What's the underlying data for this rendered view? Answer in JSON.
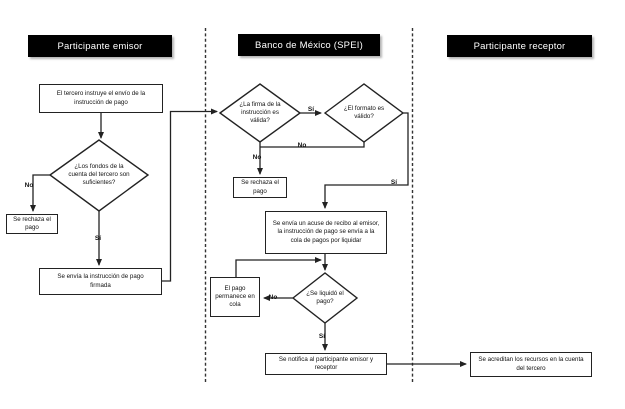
{
  "lanes": [
    {
      "title": "Participante emisor"
    },
    {
      "title": "Banco de México (SPEI)"
    },
    {
      "title": "Participante receptor"
    }
  ],
  "labels": {
    "yes": "Sí",
    "no": "No"
  },
  "nodes": {
    "instruye": {
      "text": "El tercero instruye el envío de la\ninstrucción de pago"
    },
    "fondos": {
      "text": "¿Los fondos de la\ncuenta del tercero son\nsuficientes?"
    },
    "rechaza_emisor": {
      "text": "Se rechaza el\npago"
    },
    "envia_firmada": {
      "text": "Se envía la instrucción de pago\nfirmada"
    },
    "firma_valida": {
      "text": "¿La firma de la\ninstrucción es\nválida?"
    },
    "formato_valido": {
      "text": "¿El formato es\nválido?"
    },
    "rechaza_spei": {
      "text": "Se rechaza el\npago"
    },
    "acuse": {
      "text": "Se envía un acuse de recibo al emisor,\nla instrucción de pago se envía a la\ncola de pagos por liquidar"
    },
    "liquido": {
      "text": "¿Se liquidó el\npago?"
    },
    "permanece": {
      "text": "El pago\npermanece en\ncola"
    },
    "notifica": {
      "text": "Se notifica al participante emisor y\nreceptor"
    },
    "acreditan": {
      "text": "Se acreditan los recursos en la cuenta\ndel tercero"
    }
  },
  "colors": {
    "header_bg": "#000000",
    "header_text": "#ffffff",
    "line": "#222222",
    "border": "#222222",
    "canvas_bg": "#ffffff"
  }
}
